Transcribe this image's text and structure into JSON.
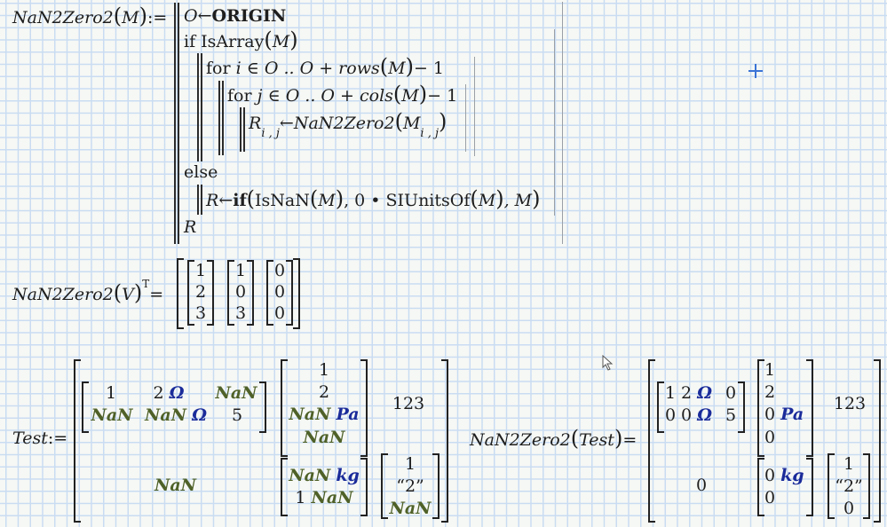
{
  "colors": {
    "background": "#f6f8f5",
    "grid": "#c9dcf2",
    "nan": "#4f6128",
    "unit": "#1a2b9a",
    "cursor": "#3b74d6"
  },
  "function_def": {
    "lhs": "NaN2Zero2",
    "arg": "M",
    "define_op": ":=",
    "lines": {
      "l1_var": "O",
      "l1_arrow": "←",
      "l1_val": "ORIGIN",
      "l2_kw": "if",
      "l2_fn": "IsArray",
      "l2_arg": "M",
      "l3_kw": "for",
      "l3_var": "i",
      "l3_in": "∈",
      "l3_range": "O .. O + rows",
      "l3_arg": "M",
      "l3_tail": "− 1",
      "l4_kw": "for",
      "l4_var": "j",
      "l4_in": "∈",
      "l4_range": "O .. O + cols",
      "l4_arg": "M",
      "l4_tail": "− 1",
      "l5_var": "R",
      "l5_sub": "i , j",
      "l5_arrow": "←",
      "l5_fn": "NaN2Zero2",
      "l5_arg": "M",
      "l5_argsub": "i , j",
      "l6_kw": "else",
      "l7_var": "R",
      "l7_arrow": "←",
      "l7_if": "if",
      "l7_fn1": "IsNaN",
      "l7_a1": "M",
      "l7_mid": ", 0 • SIUnitsOf",
      "l7_a2": "M",
      "l7_end": ", M",
      "l8_ret": "R"
    }
  },
  "eval_v": {
    "lhs": "NaN2Zero2",
    "arg": "V",
    "transpose": "T",
    "eq": "=",
    "vectors": [
      [
        "1",
        "2",
        "3"
      ],
      [
        "1",
        "0",
        "3"
      ],
      [
        "0",
        "0",
        "0"
      ]
    ]
  },
  "test_def": {
    "lhs": "Test",
    "define_op": ":=",
    "m11": {
      "r1": [
        "1",
        "2",
        "NaN"
      ],
      "r1_units": [
        "",
        "Ω",
        ""
      ],
      "r2": [
        "NaN",
        "NaN",
        "5"
      ],
      "r2_units": [
        "",
        "Ω",
        ""
      ]
    },
    "m12": {
      "vals": [
        "1",
        "2",
        "NaN",
        "NaN"
      ],
      "unit_row3": "Pa"
    },
    "m13": "123",
    "m21": "NaN",
    "m22": {
      "r1": "NaN",
      "r1_unit": "kg",
      "r2a": "1",
      "r2b": "NaN"
    },
    "m23": [
      "1",
      "“2”",
      "NaN"
    ]
  },
  "test_eval": {
    "lhs": "NaN2Zero2",
    "arg": "Test",
    "eq": "=",
    "m11": {
      "r1": [
        "1",
        "2",
        "0"
      ],
      "r1_units": [
        "",
        "Ω",
        ""
      ],
      "r2": [
        "0",
        "0",
        "5"
      ],
      "r2_units": [
        "",
        "Ω",
        ""
      ]
    },
    "m12": {
      "vals": [
        "1",
        "2",
        "0",
        "0"
      ],
      "unit_row3": "Pa"
    },
    "m13": "123",
    "m21": "0",
    "m22": {
      "r1": "0",
      "r1_unit": "kg",
      "r2": "0"
    },
    "m23": [
      "1",
      "“2”",
      "0"
    ]
  }
}
